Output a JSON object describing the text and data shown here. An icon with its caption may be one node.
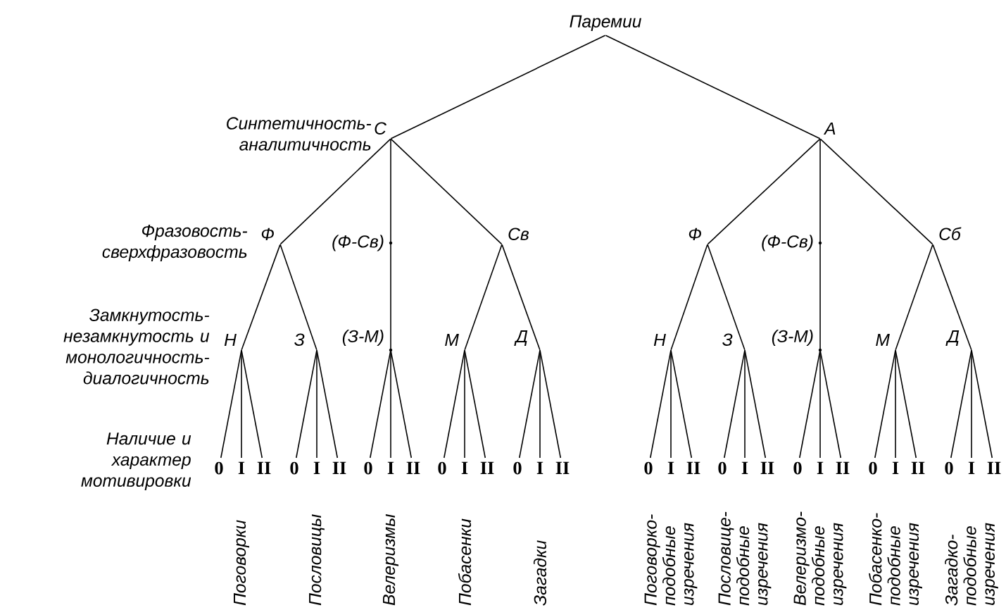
{
  "diagram": {
    "nodes": [
      {
        "text": [
          "Паремии"
        ]
      },
      {
        "text": [
          "С"
        ]
      },
      {
        "text": [
          "А"
        ]
      },
      {
        "text": [
          "Ф"
        ]
      },
      {
        "text": [
          "(Ф-Св)"
        ]
      },
      {
        "text": [
          "Св"
        ]
      },
      {
        "text": [
          "Н"
        ]
      },
      {
        "text": [
          "З"
        ]
      },
      {
        "text": [
          "(З-М)"
        ]
      },
      {
        "text": [
          "М"
        ]
      },
      {
        "text": [
          "Д"
        ]
      },
      {
        "text": [
          "Ф"
        ]
      },
      {
        "text": [
          "(Ф-Св)"
        ]
      },
      {
        "text": [
          "Сб"
        ]
      },
      {
        "text": [
          "Н"
        ]
      },
      {
        "text": [
          "З"
        ]
      },
      {
        "text": [
          "(З-М)"
        ]
      },
      {
        "text": [
          "М"
        ]
      },
      {
        "text": [
          "Д"
        ]
      },
      {
        "text": [
          "0"
        ]
      },
      {
        "text": [
          "I"
        ]
      },
      {
        "text": [
          "II"
        ]
      },
      {
        "text": [
          "0"
        ]
      },
      {
        "text": [
          "I"
        ]
      },
      {
        "text": [
          "II"
        ]
      },
      {
        "text": [
          "0"
        ]
      },
      {
        "text": [
          "I"
        ]
      },
      {
        "text": [
          "II"
        ]
      },
      {
        "text": [
          "0"
        ]
      },
      {
        "text": [
          "I"
        ]
      },
      {
        "text": [
          "II"
        ]
      },
      {
        "text": [
          "0"
        ]
      },
      {
        "text": [
          "I"
        ]
      },
      {
        "text": [
          "II"
        ]
      },
      {
        "text": [
          "0"
        ]
      },
      {
        "text": [
          "I"
        ]
      },
      {
        "text": [
          "II"
        ]
      },
      {
        "text": [
          "0"
        ]
      },
      {
        "text": [
          "I"
        ]
      },
      {
        "text": [
          "II"
        ]
      },
      {
        "text": [
          "0"
        ]
      },
      {
        "text": [
          "I"
        ]
      },
      {
        "text": [
          "II"
        ]
      },
      {
        "text": [
          "0"
        ]
      },
      {
        "text": [
          "I"
        ]
      },
      {
        "text": [
          "II"
        ]
      },
      {
        "text": [
          "0"
        ]
      },
      {
        "text": [
          "I"
        ]
      },
      {
        "text": [
          "II"
        ]
      }
    ],
    "edges": [
      {
        "from": 0,
        "to": 1,
        "arrow": "none"
      },
      {
        "from": 0,
        "to": 2,
        "arrow": "none"
      },
      {
        "from": 1,
        "to": 3,
        "arrow": "none"
      },
      {
        "from": 1,
        "to": 4,
        "arrow": "none"
      },
      {
        "from": 1,
        "to": 5,
        "arrow": "none"
      },
      {
        "from": 3,
        "to": 6,
        "arrow": "none"
      },
      {
        "from": 3,
        "to": 7,
        "arrow": "none"
      },
      {
        "from": 4,
        "to": 8,
        "arrow": "none"
      },
      {
        "from": 5,
        "to": 9,
        "arrow": "none"
      },
      {
        "from": 5,
        "to": 10,
        "arrow": "none"
      },
      {
        "from": 2,
        "to": 11,
        "arrow": "none"
      },
      {
        "from": 2,
        "to": 12,
        "arrow": "none"
      },
      {
        "from": 2,
        "to": 13,
        "arrow": "none"
      },
      {
        "from": 11,
        "to": 14,
        "arrow": "none"
      },
      {
        "from": 11,
        "to": 15,
        "arrow": "none"
      },
      {
        "from": 12,
        "to": 16,
        "arrow": "none"
      },
      {
        "from": 13,
        "to": 17,
        "arrow": "none"
      },
      {
        "from": 13,
        "to": 18,
        "arrow": "none"
      },
      {
        "from": 6,
        "to": 19,
        "arrow": "none"
      },
      {
        "from": 6,
        "to": 20,
        "arrow": "none"
      },
      {
        "from": 6,
        "to": 21,
        "arrow": "none"
      },
      {
        "from": 7,
        "to": 22,
        "arrow": "none"
      },
      {
        "from": 7,
        "to": 23,
        "arrow": "none"
      },
      {
        "from": 7,
        "to": 24,
        "arrow": "none"
      },
      {
        "from": 8,
        "to": 25,
        "arrow": "none"
      },
      {
        "from": 8,
        "to": 26,
        "arrow": "none"
      },
      {
        "from": 8,
        "to": 27,
        "arrow": "none"
      },
      {
        "from": 9,
        "to": 28,
        "arrow": "none"
      },
      {
        "from": 9,
        "to": 29,
        "arrow": "none"
      },
      {
        "from": 9,
        "to": 30,
        "arrow": "none"
      },
      {
        "from": 10,
        "to": 31,
        "arrow": "none"
      },
      {
        "from": 10,
        "to": 32,
        "arrow": "none"
      },
      {
        "from": 10,
        "to": 33,
        "arrow": "none"
      },
      {
        "from": 14,
        "to": 34,
        "arrow": "none"
      },
      {
        "from": 14,
        "to": 35,
        "arrow": "none"
      },
      {
        "from": 14,
        "to": 36,
        "arrow": "none"
      },
      {
        "from": 15,
        "to": 37,
        "arrow": "none"
      },
      {
        "from": 15,
        "to": 38,
        "arrow": "none"
      },
      {
        "from": 15,
        "to": 39,
        "arrow": "none"
      },
      {
        "from": 16,
        "to": 40,
        "arrow": "none"
      },
      {
        "from": 16,
        "to": 41,
        "arrow": "none"
      },
      {
        "from": 16,
        "to": 42,
        "arrow": "none"
      },
      {
        "from": 17,
        "to": 43,
        "arrow": "none"
      },
      {
        "from": 17,
        "to": 44,
        "arrow": "none"
      },
      {
        "from": 17,
        "to": 45,
        "arrow": "none"
      },
      {
        "from": 18,
        "to": 46,
        "arrow": "none"
      },
      {
        "from": 18,
        "to": 47,
        "arrow": "none"
      },
      {
        "from": 18,
        "to": 48,
        "arrow": "none"
      }
    ],
    "labels": [
      "Синтетичность- аналитичность",
      "Фразовость- сверхфразовость",
      "Замкнутость- незамкнутость и монологичность- диалогичность",
      "Наличие и характер мотивировки",
      "Поговорки",
      "Пословицы",
      "Велеризмы",
      "Побасенки",
      "Загадки",
      "Поговорко- подобные изречения",
      "Пословице- подобные изречения",
      "Велеризмо- подобные изречения",
      "Побасенко- подобные изречения",
      "Загадко- подобные изречения"
    ]
  }
}
